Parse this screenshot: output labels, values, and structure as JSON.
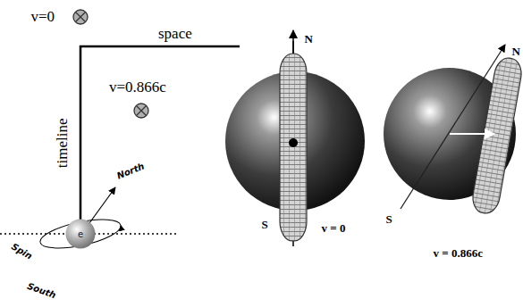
{
  "diagram": {
    "nodes": [
      {
        "text": [
          "e"
        ]
      }
    ],
    "labels": [
      "v=0",
      "space",
      "N",
      "N",
      "v=0.866c",
      "timeline",
      "North",
      "S",
      "v = 0",
      "S",
      "v = 0.866c",
      "Spin",
      "South"
    ]
  }
}
